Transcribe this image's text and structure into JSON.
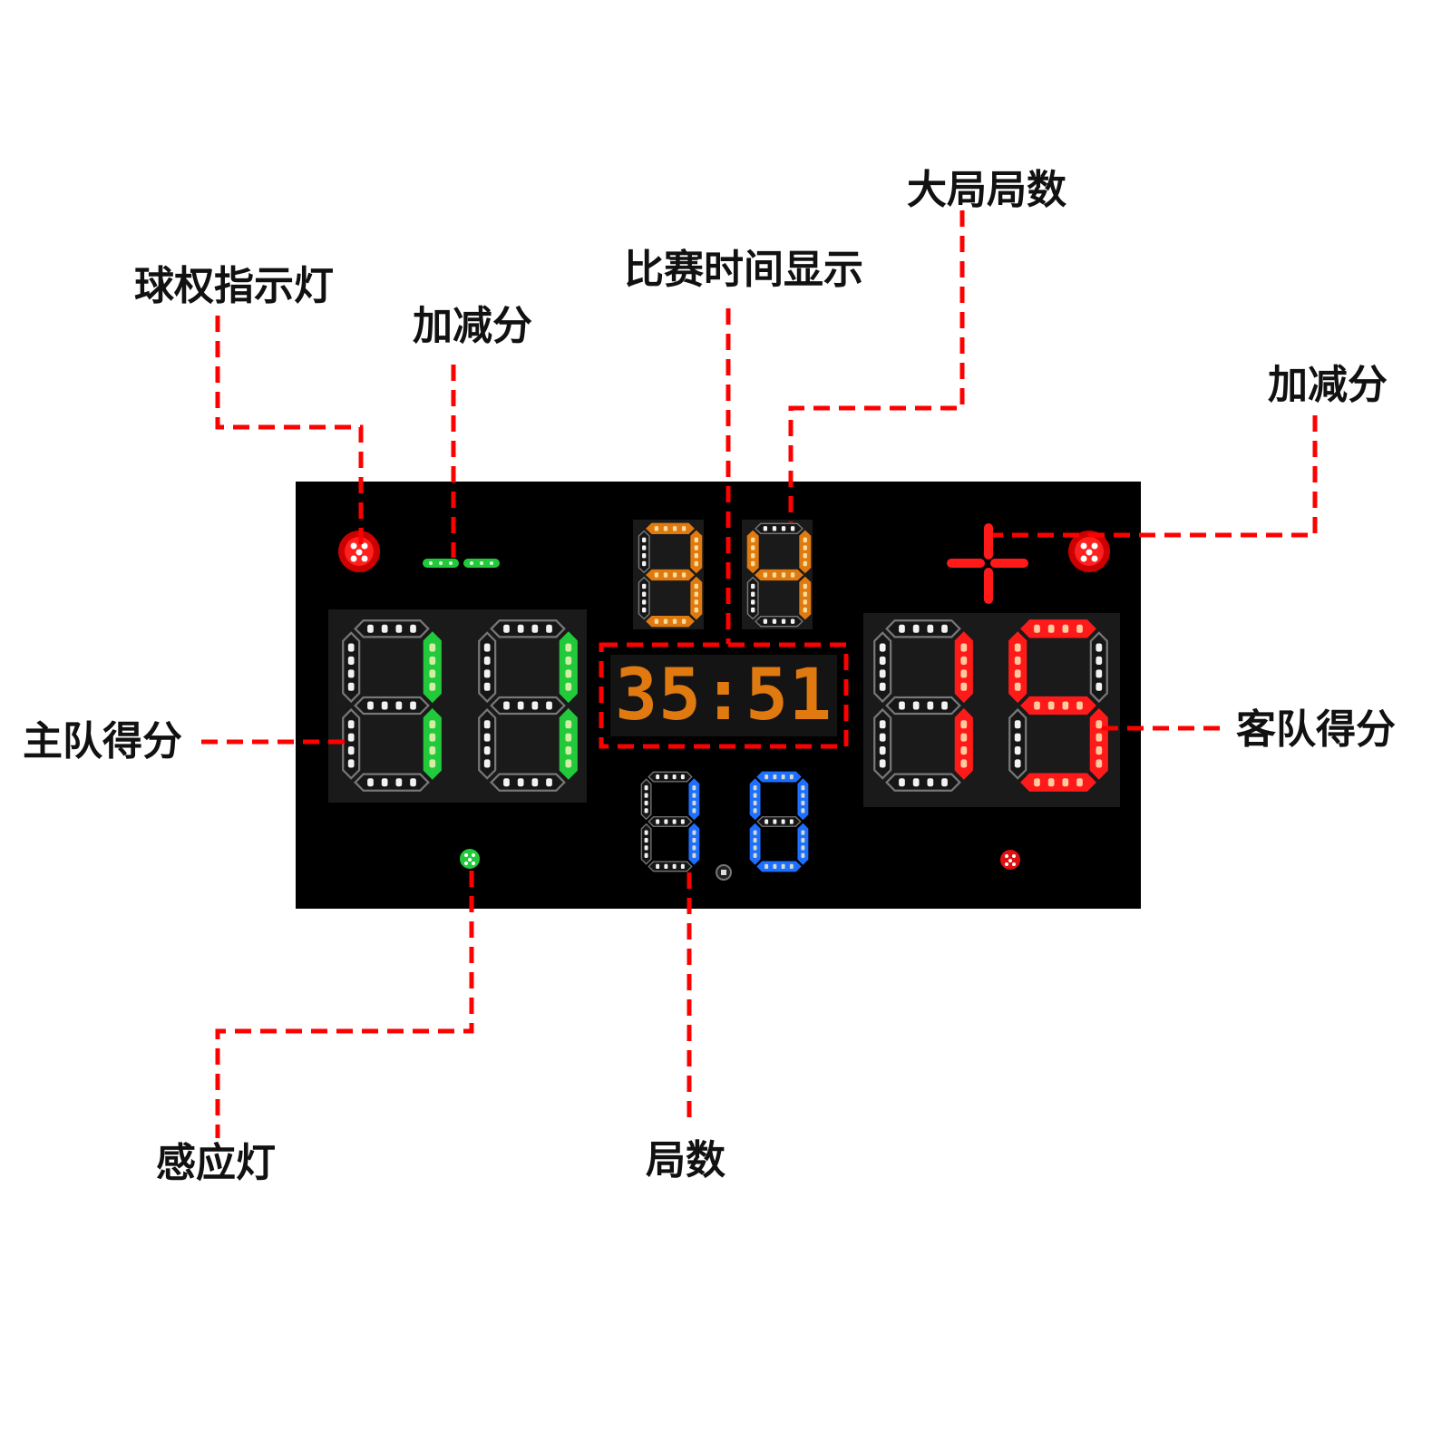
{
  "labels": {
    "possession_light": "球权指示灯",
    "plus_minus_left": "加减分",
    "game_time_display": "比赛时间显示",
    "match_sets": "大局局数",
    "plus_minus_right": "加减分",
    "home_score": "主队得分",
    "away_score": "客队得分",
    "sensor_light": "感应灯",
    "periods": "局数"
  },
  "scoreboard": {
    "home_score": "11",
    "away_score": "15",
    "match_sets": "34",
    "game_time": "35:51",
    "period": "10",
    "colors": {
      "home": "#22c93a",
      "away": "#ff1a1a",
      "time": "#e07a10",
      "period": "#1e6fff",
      "annotation": "#ff0000"
    }
  }
}
